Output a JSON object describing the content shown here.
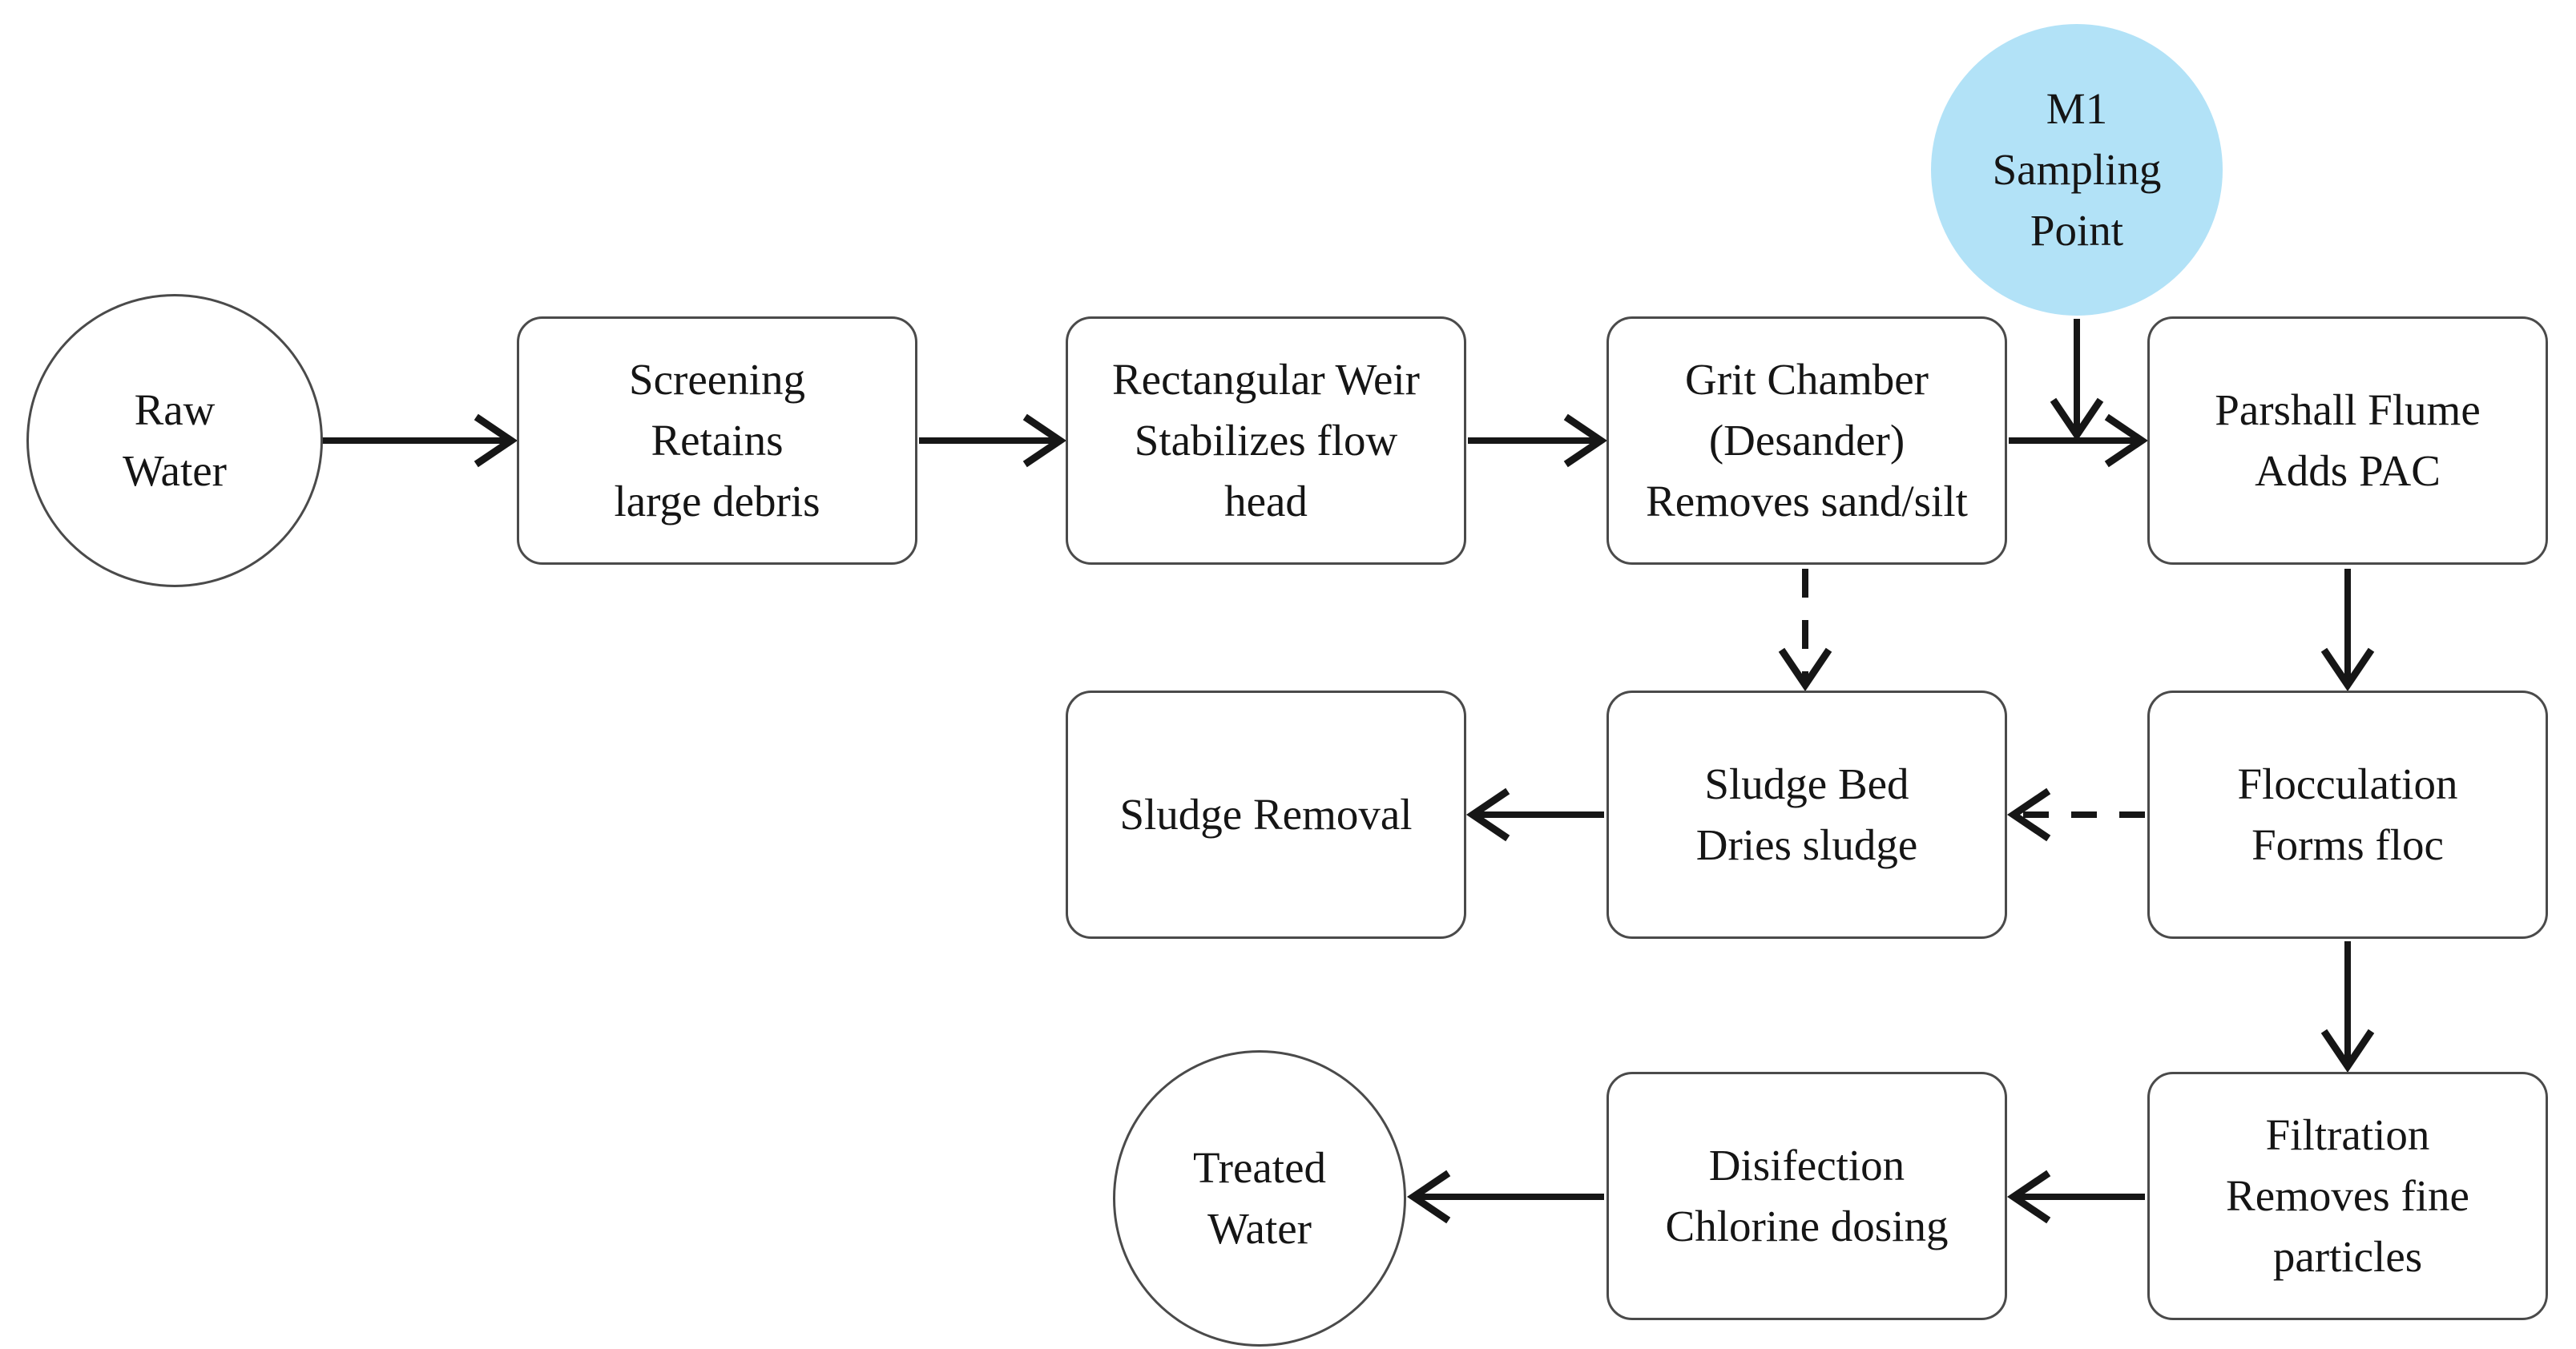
{
  "nodes": {
    "raw_water": {
      "lines": [
        "Raw",
        "Water"
      ]
    },
    "screening": {
      "lines": [
        "Screening",
        "Retains",
        "large debris"
      ]
    },
    "rectangular_weir": {
      "lines": [
        "Rectangular Weir",
        "Stabilizes flow",
        "head"
      ]
    },
    "grit_chamber": {
      "lines": [
        "Grit Chamber",
        "(Desander)",
        "Removes sand/silt"
      ]
    },
    "m1_sampling_point": {
      "lines": [
        "M1",
        "Sampling",
        "Point"
      ]
    },
    "parshall_flume": {
      "lines": [
        "Parshall Flume",
        "Adds PAC"
      ]
    },
    "flocculation": {
      "lines": [
        "Flocculation",
        "Forms floc"
      ]
    },
    "sludge_bed": {
      "lines": [
        "Sludge Bed",
        "Dries sludge"
      ]
    },
    "sludge_removal": {
      "lines": [
        "Sludge Removal"
      ]
    },
    "filtration": {
      "lines": [
        "Filtration",
        "Removes fine",
        "particles"
      ]
    },
    "disinfection": {
      "lines": [
        "Disifection",
        "Chlorine dosing"
      ]
    },
    "treated_water": {
      "lines": [
        "Treated",
        "Water"
      ]
    }
  },
  "edges": [
    {
      "from": "raw_water",
      "to": "screening",
      "style": "solid"
    },
    {
      "from": "screening",
      "to": "rectangular_weir",
      "style": "solid"
    },
    {
      "from": "rectangular_weir",
      "to": "grit_chamber",
      "style": "solid"
    },
    {
      "from": "grit_chamber",
      "to": "parshall_flume",
      "style": "solid"
    },
    {
      "from": "m1_sampling_point",
      "to": "grit_chamber-parshall_flume-junction",
      "style": "solid"
    },
    {
      "from": "parshall_flume",
      "to": "flocculation",
      "style": "solid"
    },
    {
      "from": "grit_chamber",
      "to": "sludge_bed",
      "style": "dashed"
    },
    {
      "from": "flocculation",
      "to": "sludge_bed",
      "style": "dashed"
    },
    {
      "from": "sludge_bed",
      "to": "sludge_removal",
      "style": "solid"
    },
    {
      "from": "flocculation",
      "to": "filtration",
      "style": "solid"
    },
    {
      "from": "filtration",
      "to": "disinfection",
      "style": "solid"
    },
    {
      "from": "disinfection",
      "to": "treated_water",
      "style": "solid"
    }
  ],
  "colors": {
    "sampling_point_fill": "#b2e2f7",
    "arrow": "#161616",
    "box_border": "#4a4a4a",
    "text": "#151515",
    "background": "#ffffff"
  }
}
